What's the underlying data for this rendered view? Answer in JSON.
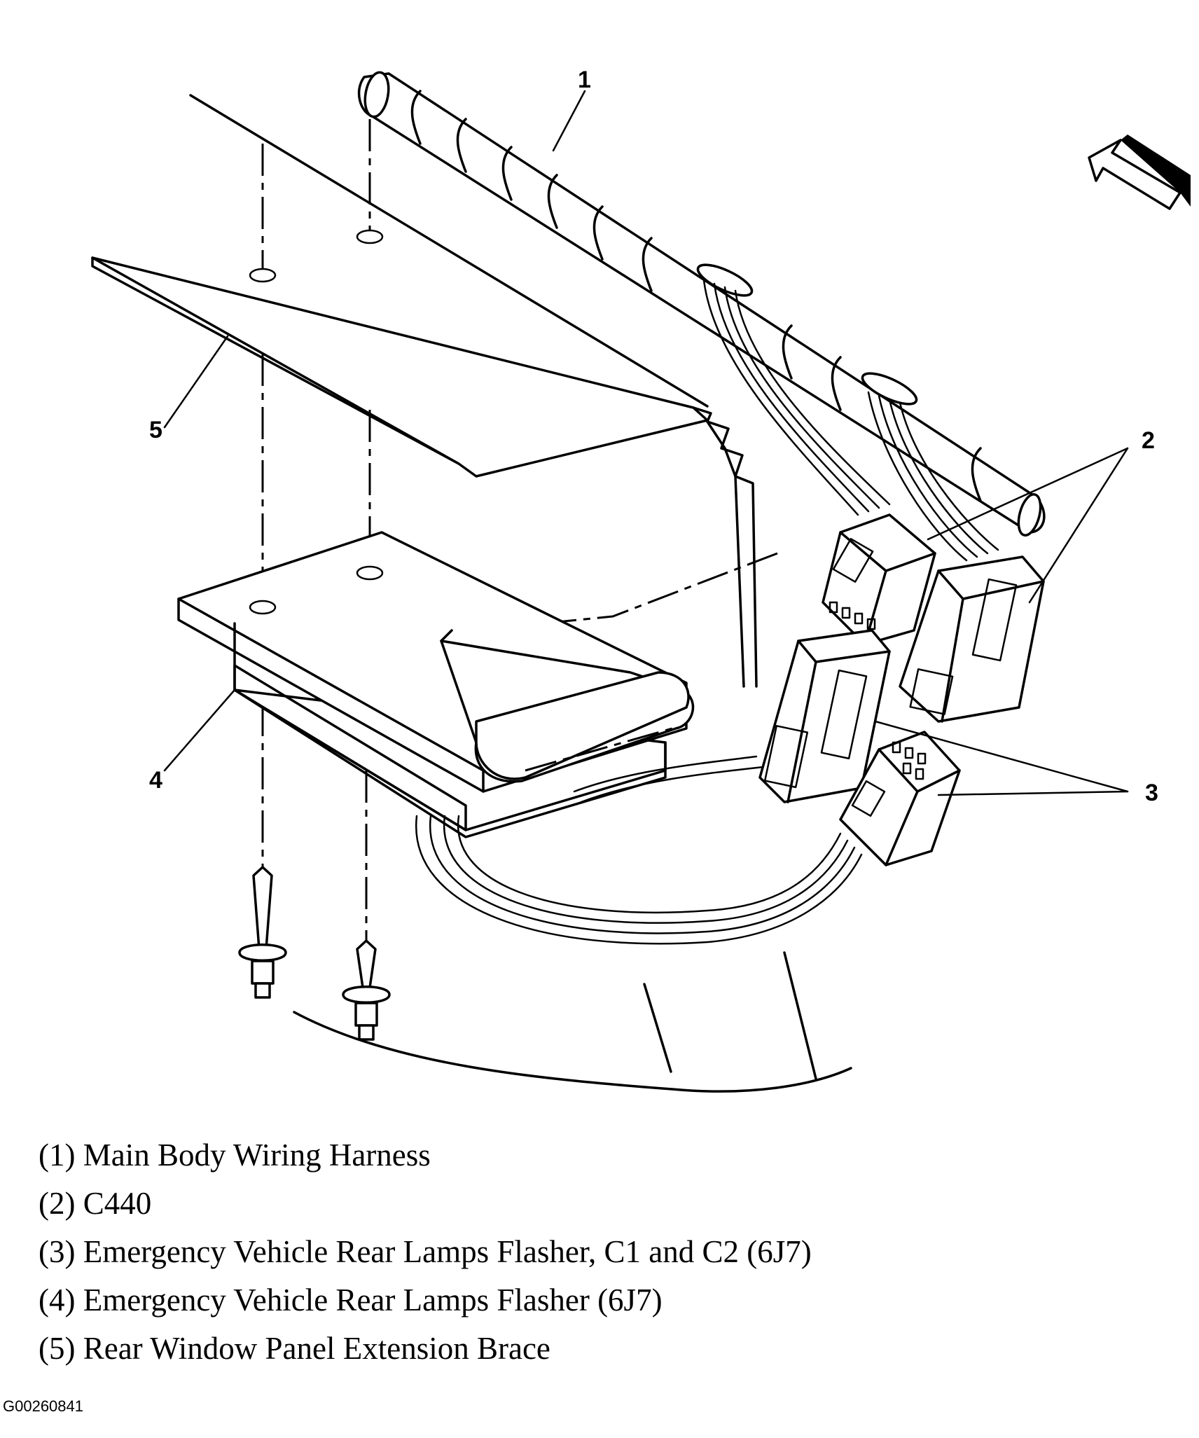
{
  "callouts": [
    "1",
    "2",
    "3",
    "4",
    "5"
  ],
  "legend": [
    "(1) Main Body Wiring Harness",
    "(2) C440",
    "(3) Emergency Vehicle Rear Lamps Flasher, C1 and C2 (6J7)",
    "(4) Emergency Vehicle Rear Lamps Flasher (6J7)",
    "(5) Rear Window Panel Extension Brace"
  ],
  "figure_id": "G00260841",
  "icons": [
    "direction-arrow-icon",
    "push-pin-fastener-icon"
  ]
}
